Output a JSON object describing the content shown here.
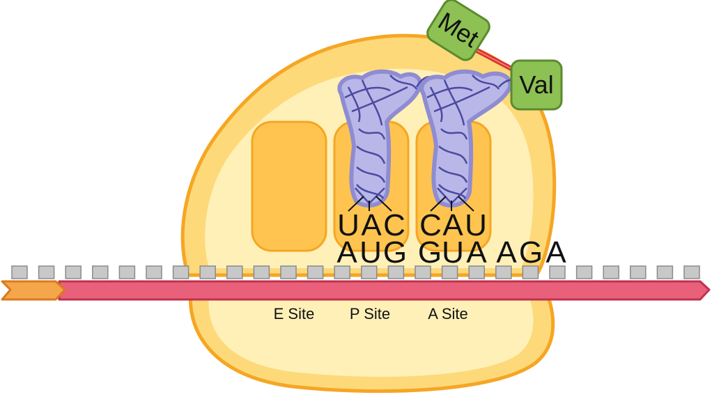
{
  "colors": {
    "ribosome_outer": "#FDD97A",
    "ribosome_outline": "#F5A623",
    "ribosome_inner": "#FFF0B8",
    "pocket": "#FEC44F",
    "mrna_strand": "#E8607A",
    "mrna_outline": "#C0314F",
    "mrna_cap": "#F5A54A",
    "nucleotide_box": "#C8C8C8",
    "trna_fill": "#B9B7E8",
    "trna_line": "#4A4AA0",
    "amino_acid": "#8DC153",
    "amino_acid_outline": "#5A8A2E",
    "peptide_bond": "#D9342B"
  },
  "trna_p_site": {
    "anticodon": [
      "U",
      "A",
      "C"
    ],
    "amino_acid": "Met"
  },
  "trna_a_site": {
    "anticodon": [
      "C",
      "A",
      "U"
    ],
    "amino_acid": "Val"
  },
  "mrna": {
    "codons": [
      "A",
      "U",
      "G",
      "G",
      "U",
      "A",
      "A",
      "G",
      "A"
    ]
  },
  "sites": {
    "e_label": "E Site",
    "p_label": "P Site",
    "a_label": "A Site"
  }
}
